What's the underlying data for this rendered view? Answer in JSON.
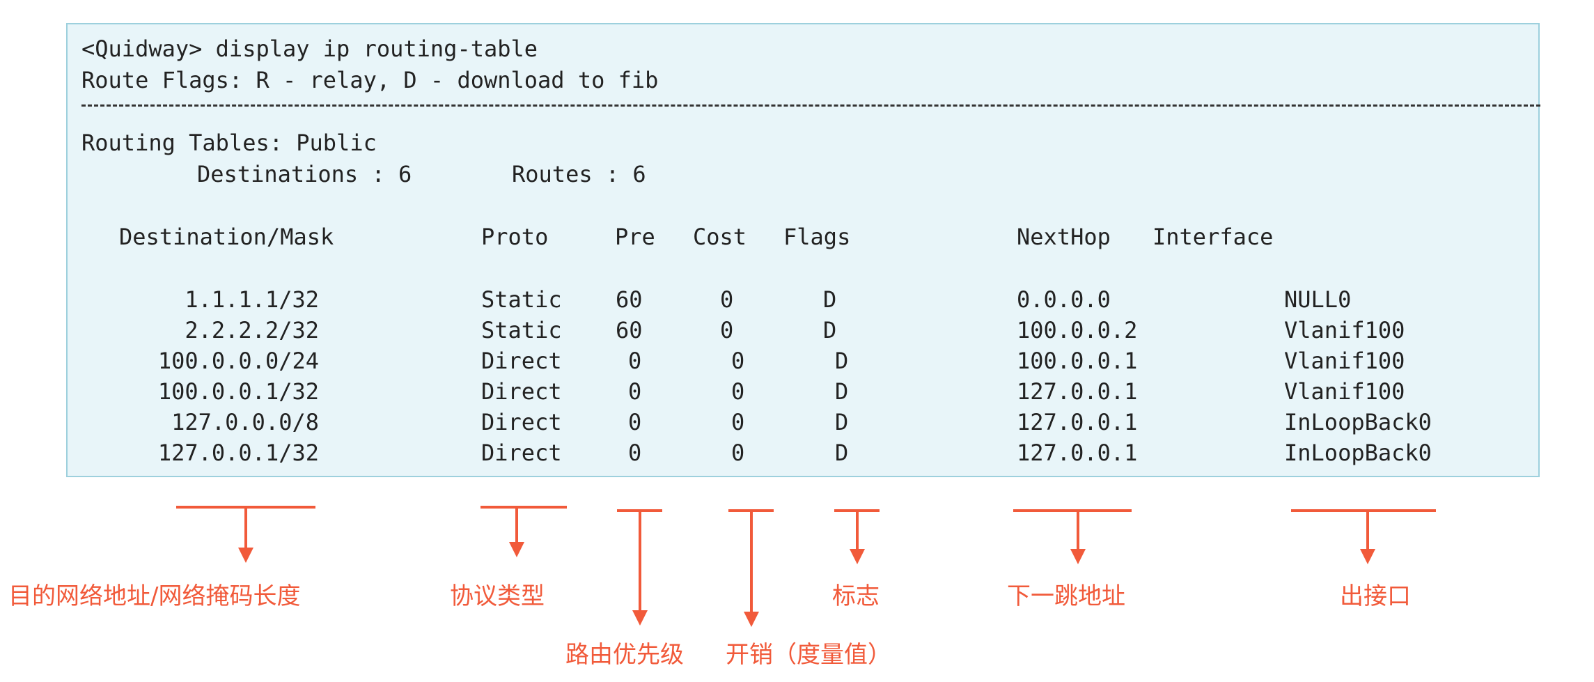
{
  "terminal": {
    "command": "<Quidway> display ip routing-table",
    "flags_line": "Route Flags: R - relay, D - download to fib",
    "tables_line": "Routing Tables: Public",
    "destinations_label": "Destinations : 6",
    "routes_label": "Routes : 6"
  },
  "headers": {
    "dest": "Destination/Mask",
    "proto": "Proto",
    "pre": "Pre",
    "cost": "Cost",
    "flags": "Flags",
    "nexthop": "NextHop",
    "interface": "Interface"
  },
  "rows": [
    {
      "dest": "1.1.1.1/32",
      "proto": "Static",
      "pre": "60",
      "cost": "0",
      "flags": "D",
      "nexthop": "0.0.0.0",
      "iface": "NULL0"
    },
    {
      "dest": "2.2.2.2/32",
      "proto": "Static",
      "pre": "60",
      "cost": "0",
      "flags": "D",
      "nexthop": "100.0.0.2",
      "iface": "Vlanif100"
    },
    {
      "dest": "100.0.0.0/24",
      "proto": "Direct",
      "pre": "0",
      "cost": "0",
      "flags": "D",
      "nexthop": "100.0.0.1",
      "iface": "Vlanif100"
    },
    {
      "dest": "100.0.0.1/32",
      "proto": "Direct",
      "pre": "0",
      "cost": "0",
      "flags": "D",
      "nexthop": "127.0.0.1",
      "iface": "Vlanif100"
    },
    {
      "dest": "127.0.0.0/8",
      "proto": "Direct",
      "pre": "0",
      "cost": "0",
      "flags": "D",
      "nexthop": "127.0.0.1",
      "iface": "InLoopBack0"
    },
    {
      "dest": "127.0.0.1/32",
      "proto": "Direct",
      "pre": "0",
      "cost": "0",
      "flags": "D",
      "nexthop": "127.0.0.1",
      "iface": "InLoopBack0"
    }
  ],
  "annotations": {
    "dest": "目的网络地址/网络掩码长度",
    "proto": "协议类型",
    "pre": "路由优先级",
    "cost": "开销（度量值）",
    "flags": "标志",
    "nexthop": "下一跳地址",
    "iface": "出接口"
  },
  "colors": {
    "accent": "#f15a3a",
    "panel_bg": "#e8f5f9",
    "panel_border": "#9dd0dd"
  }
}
